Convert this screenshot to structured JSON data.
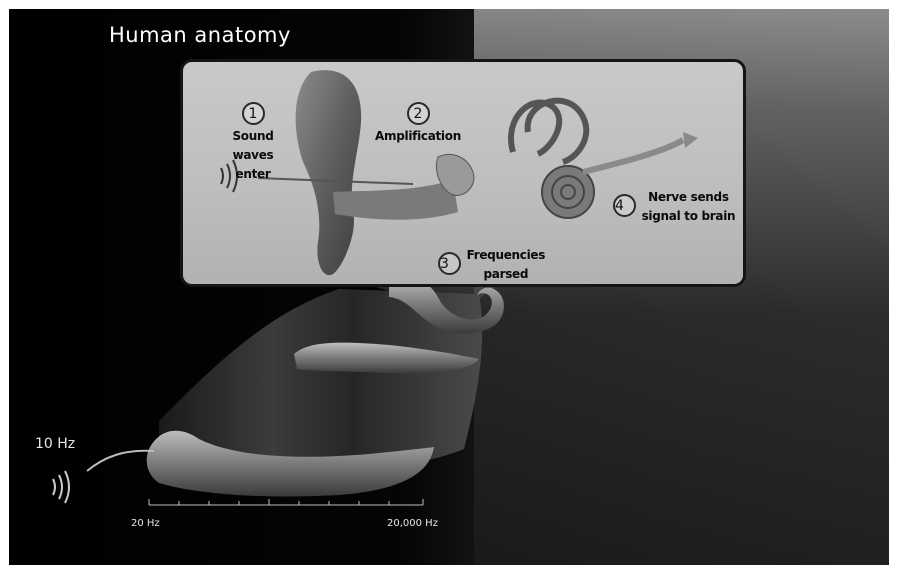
{
  "title": "Human anatomy",
  "steps": [
    {
      "number": "1",
      "label_line1": "Sound waves",
      "label_line2": "enter"
    },
    {
      "number": "2",
      "label_line1": "Amplification",
      "label_line2": ""
    },
    {
      "number": "3",
      "label_line1": "Frequencies",
      "label_line2": "parsed"
    },
    {
      "number": "4",
      "label_line1": "Nerve sends",
      "label_line2": "signal to brain"
    }
  ],
  "input_tone": "10 Hz",
  "scale": {
    "min_label": "20 Hz",
    "max_label": "20,000 Hz"
  },
  "colors": {
    "background": "#000000",
    "panel": "#c4c4c4",
    "text_light": "#ffffff"
  }
}
